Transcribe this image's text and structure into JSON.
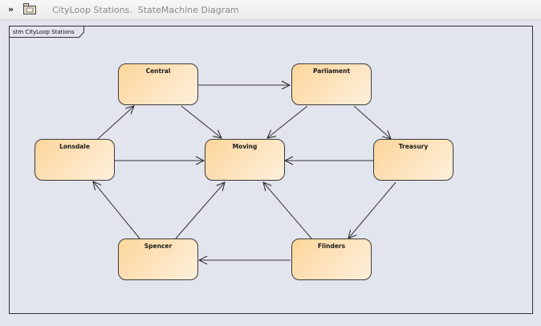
{
  "header": {
    "title": "CityLoop Stations.  StateMachine Diagram",
    "expand_icon": "double-chevron-right-icon",
    "package_icon": "package-icon"
  },
  "frame": {
    "label": "stm CityLoop Stations"
  },
  "states": {
    "central": "Central",
    "parliament": "Parliament",
    "lonsdale": "Lonsdale",
    "moving": "Moving",
    "treasury": "Treasury",
    "spencer": "Spencer",
    "flinders": "Flinders"
  },
  "transitions": [
    {
      "from": "Central",
      "to": "Parliament"
    },
    {
      "from": "Central",
      "to": "Moving"
    },
    {
      "from": "Parliament",
      "to": "Moving"
    },
    {
      "from": "Parliament",
      "to": "Treasury"
    },
    {
      "from": "Lonsdale",
      "to": "Central"
    },
    {
      "from": "Lonsdale",
      "to": "Moving"
    },
    {
      "from": "Treasury",
      "to": "Moving"
    },
    {
      "from": "Treasury",
      "to": "Flinders"
    },
    {
      "from": "Spencer",
      "to": "Lonsdale"
    },
    {
      "from": "Spencer",
      "to": "Moving"
    },
    {
      "from": "Flinders",
      "to": "Moving"
    },
    {
      "from": "Flinders",
      "to": "Spencer"
    }
  ]
}
